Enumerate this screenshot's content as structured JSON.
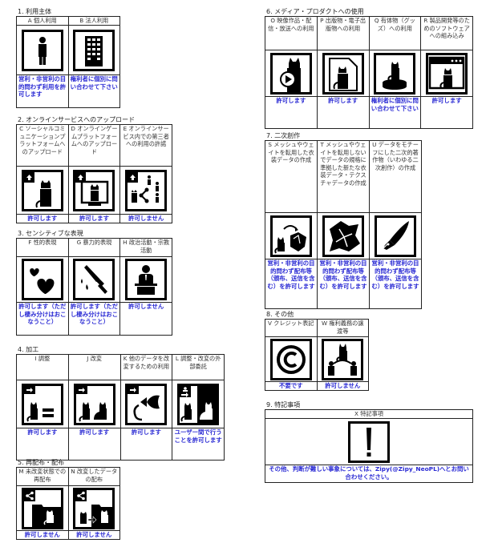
{
  "sections": {
    "s1": {
      "title": "1. 利用主体",
      "items": [
        {
          "label": "A 個人利用",
          "icon": "person-icon",
          "result": "営利・非営利の目的問わず利用を許可します"
        },
        {
          "label": "B 法人利用",
          "icon": "office-building-icon",
          "result": "権利者に個別に問い合わせて下さい"
        }
      ]
    },
    "s2": {
      "title": "2. オンラインサービスへのアップロード",
      "items": [
        {
          "label": "C ソーシャルコミュニケーションプラットフォームへのアップロード",
          "icon": "upload-avatar-icon",
          "result": "許可します"
        },
        {
          "label": "D オンラインゲームプラットフォームへのアップロード",
          "icon": "upload-game-icon",
          "result": "許可します"
        },
        {
          "label": "E オンラインサービス内での第三者への利用の許諾",
          "icon": "upload-share-icon",
          "result": "許可しません"
        }
      ]
    },
    "s3": {
      "title": "3. センシティブな表現",
      "items": [
        {
          "label": "F 性的表現",
          "icon": "hearts-icon",
          "result": "許可します（ただし棲み分けはおこなうこと）"
        },
        {
          "label": "G 暴力的表現",
          "icon": "knife-icon",
          "result": "許可します（ただし棲み分けはおこなうこと）"
        },
        {
          "label": "H 政治活動・宗教活動",
          "icon": "podium-speaker-icon",
          "result": "許可しません"
        }
      ]
    },
    "s4": {
      "title": "4. 加工",
      "items": [
        {
          "label": "I 調整",
          "icon": "adjust-equals-icon",
          "result": "許可します"
        },
        {
          "label": "J 改変",
          "icon": "modify-icon",
          "result": "許可します"
        },
        {
          "label": "K 他のデータを改変するための利用",
          "icon": "parts-reuse-icon",
          "result": "許可します"
        },
        {
          "label": "L 調整・改変の外部委託",
          "icon": "outsource-icon",
          "result": "ユーザー間で行うことを許可します"
        }
      ]
    },
    "s5": {
      "title": "5. 再配布・配布",
      "items": [
        {
          "label": "M 未改変状態での再配布",
          "icon": "share-folder-icon",
          "result": "許可しません"
        },
        {
          "label": "N 改変したデータの配布",
          "icon": "share-modified-icon",
          "result": "許可しません"
        }
      ]
    },
    "s6": {
      "title": "6. メディア・プロダクトへの使用",
      "items": [
        {
          "label": "O 映像作品・配信・放送への利用",
          "icon": "video-play-icon",
          "result": "許可します"
        },
        {
          "label": "P 出版物・電子出版物への利用",
          "icon": "publication-icon",
          "result": "許可します"
        },
        {
          "label": "Q 有体物（グッズ）への利用",
          "icon": "figure-goods-icon",
          "result": "権利者に個別に問い合わせて下さい"
        },
        {
          "label": "R 製品開発等のためのソフトウェアへの組み込み",
          "icon": "software-window-icon",
          "result": "許可します"
        }
      ]
    },
    "s7": {
      "title": "7. 二次創作",
      "items": [
        {
          "label": "S メッシュやウェイトを転用した衣装データの作成",
          "icon": "clothing-transfer-icon",
          "result": "営利・非営利の目的問わず配布等（頒布、送信を含む）を許可します"
        },
        {
          "label": "T メッシュやウェイトを転用しないでデータの規格に準拠した新たな衣装データ・テクスチャデータの作成",
          "icon": "clothing-icon",
          "result": "営利・非営利の目的問わず配布等（頒布、送信を含む）を許可します"
        },
        {
          "label": "U データをモチーフにした二次的著作物（いわゆる二次創作）の作成",
          "icon": "pen-nib-icon",
          "result": "営利・非営利の目的問わず配布等（頒布、送信を含む）を許可します"
        }
      ]
    },
    "s8": {
      "title": "8. その他",
      "items": [
        {
          "label": "V クレジット表記",
          "icon": "copyright-icon",
          "result": "不要です"
        },
        {
          "label": "W 権利義務の譲渡等",
          "icon": "rights-transfer-icon",
          "result": "許可しません"
        }
      ]
    },
    "s9": {
      "title": "9. 特記事項",
      "items": [
        {
          "label": "X 特記事項",
          "icon": "exclamation-icon",
          "result": "その他、判断が難しい事象については、Zipy(@Zipy_NeoPL)へとお問い合わせください。"
        }
      ]
    }
  },
  "colors": {
    "result_text": "#2a2ad4",
    "border": "#222222",
    "icon": "#000000"
  }
}
